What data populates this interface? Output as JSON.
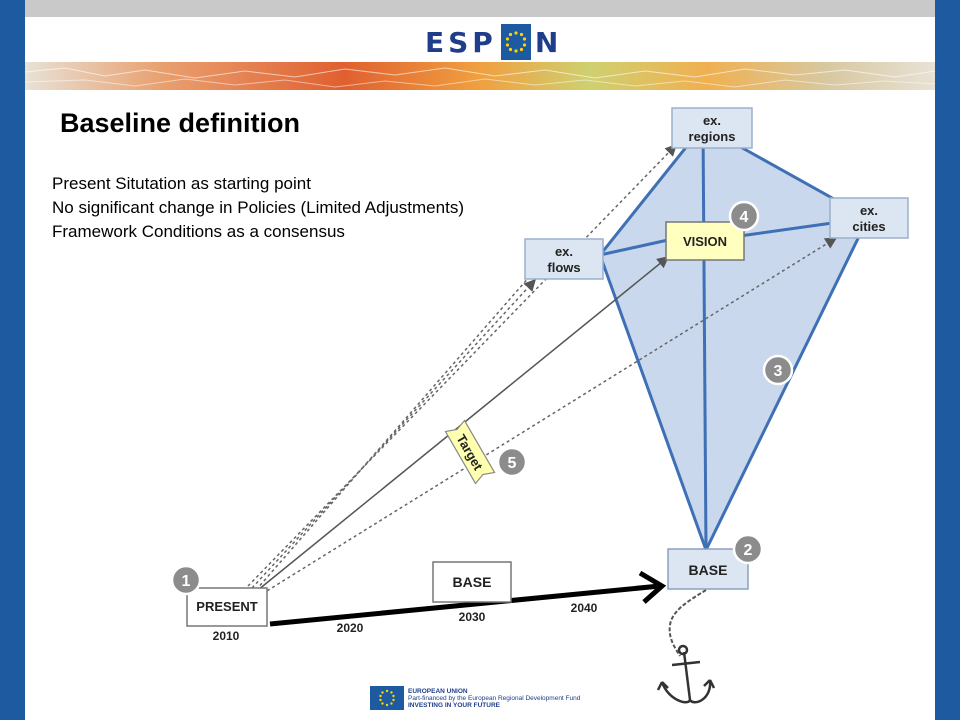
{
  "header": {
    "logo_left": "ESP",
    "logo_right": "N",
    "logo_label": "ESPON"
  },
  "slide": {
    "title": "Baseline definition",
    "bullets": [
      "Present Situtation as starting point",
      "No significant change in Policies (Limited Adjustments)",
      "Framework Conditions as a consensus"
    ]
  },
  "diagram": {
    "nodes": {
      "present": "PRESENT",
      "base_mid": "BASE",
      "base": "BASE",
      "vision": "VISION",
      "flows": [
        "ex.",
        "flows"
      ],
      "regions": [
        "ex.",
        "regions"
      ],
      "cities": [
        "ex.",
        "cities"
      ],
      "target": "Target"
    },
    "markers": [
      "1",
      "2",
      "3",
      "4",
      "5"
    ],
    "years": [
      "2010",
      "2020",
      "2030",
      "2040"
    ]
  },
  "footer": {
    "line1": "EUROPEAN UNION",
    "line2": "Part-financed by the European Regional Development Fund",
    "line3": "INVESTING IN YOUR FUTURE"
  },
  "colors": {
    "side_bar": "#1e5aa0",
    "kite_fill": "#c9d8ec",
    "kite_edge": "#3f6fb5",
    "node_blue": "#dce6f2",
    "vision_yellow": "#ffffc0",
    "marker_grey": "#8c8c8c"
  }
}
